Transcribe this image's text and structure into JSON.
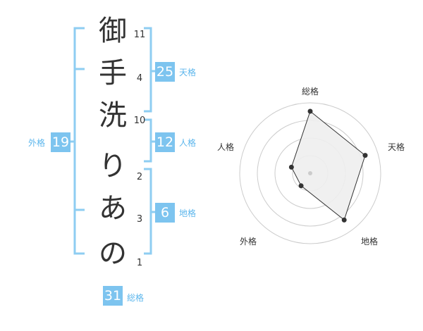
{
  "name": {
    "chars": [
      "御",
      "手",
      "洗",
      "り",
      "あ",
      "の"
    ],
    "strokes": [
      "11",
      "4",
      "10",
      "2",
      "3",
      "1"
    ]
  },
  "kakusu": {
    "tenkaku": {
      "label": "天格",
      "value": "25"
    },
    "jinkaku": {
      "label": "人格",
      "value": "12"
    },
    "chikaku": {
      "label": "地格",
      "value": "6"
    },
    "gaikaku": {
      "label": "外格",
      "value": "19"
    },
    "soukaku": {
      "label": "総格",
      "value": "31"
    }
  },
  "chart_data": {
    "type": "radar",
    "axes": [
      "総格",
      "天格",
      "地格",
      "外格",
      "人格"
    ],
    "values": [
      0.88,
      0.82,
      0.82,
      0.22,
      0.28
    ],
    "rings": 4
  },
  "colors": {
    "accent": "#7dc4ef",
    "accent_text": "#5cb6ec",
    "bracket": "#8ecdf2",
    "grid": "#cccccc",
    "fill": "#eeeeee"
  }
}
